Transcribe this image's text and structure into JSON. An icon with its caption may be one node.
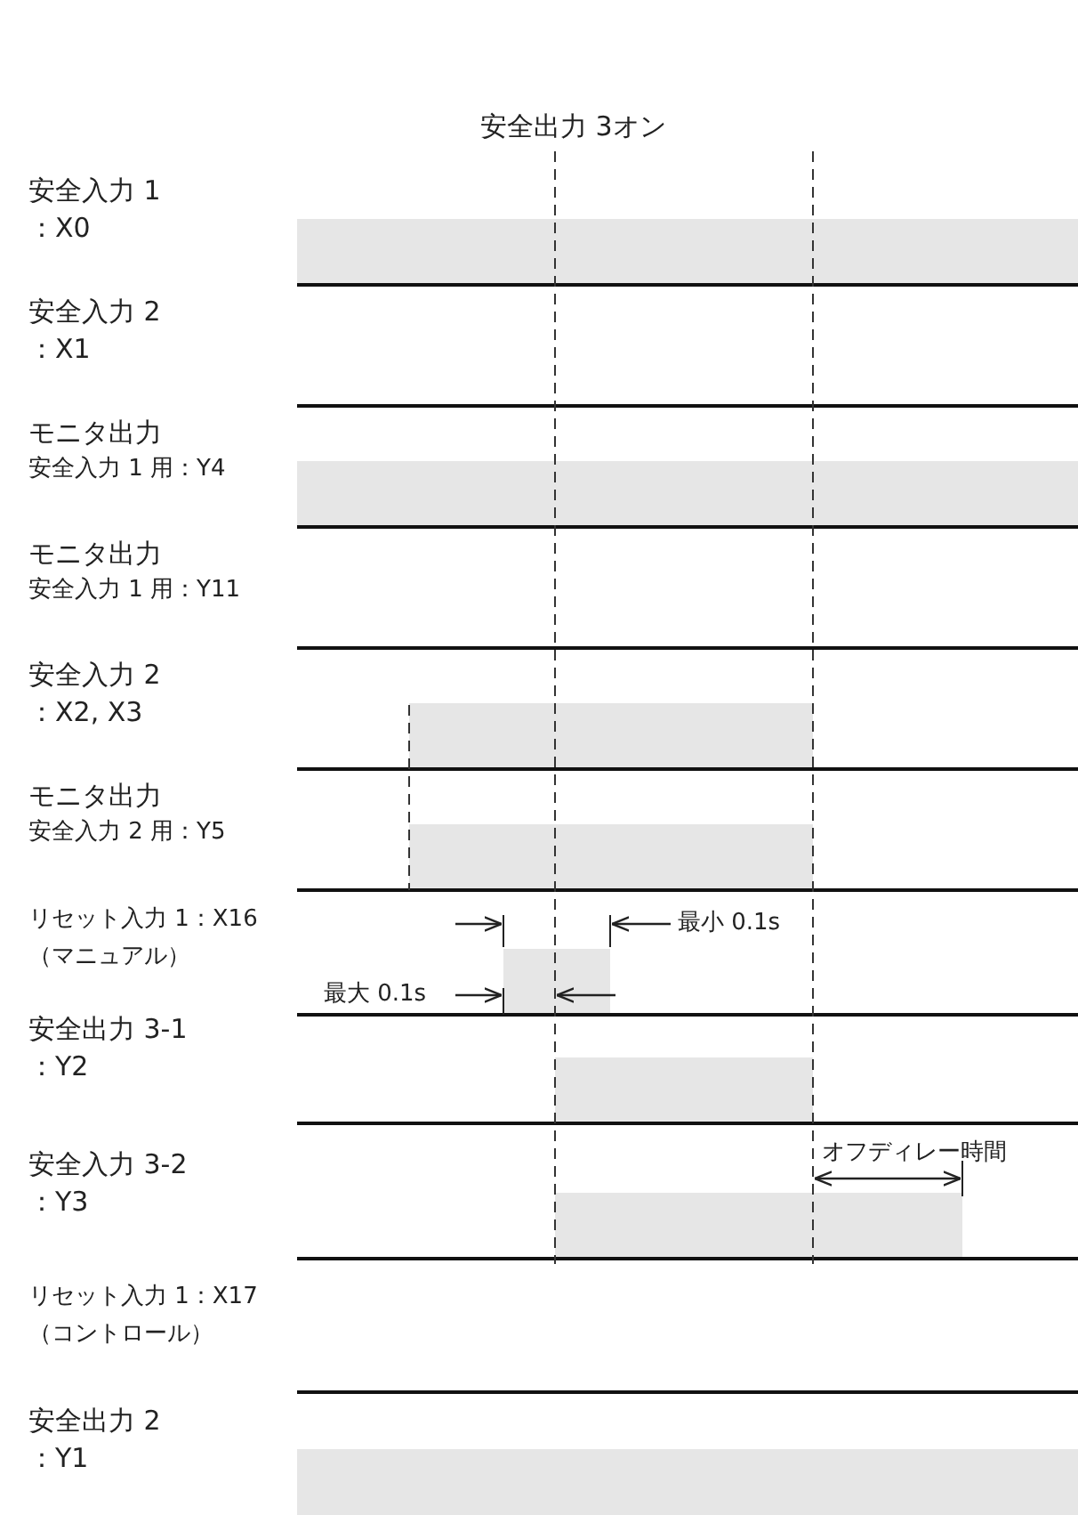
{
  "diagram": {
    "labels": [
      "安全出力 3オン",
      "安全入力 1",
      "：X0",
      "安全入力 2",
      "：X1",
      "モニタ出力",
      "安全入力 1 用：Y4",
      "モニタ出力",
      "安全入力 1 用：Y11",
      "安全入力 2",
      "：X2, X3",
      "モニタ出力",
      "安全入力 2 用：Y5",
      "最小 0.1s",
      "リセット入力 1：X16",
      "（マニュアル）",
      "最大 0.1s",
      "安全出力 3-1",
      "：Y2",
      "オフディレー時間",
      "安全入力 3-2",
      "：Y3",
      "リセット入力 1：X17",
      "（コントロール）",
      "安全出力 2",
      "：Y1"
    ]
  }
}
